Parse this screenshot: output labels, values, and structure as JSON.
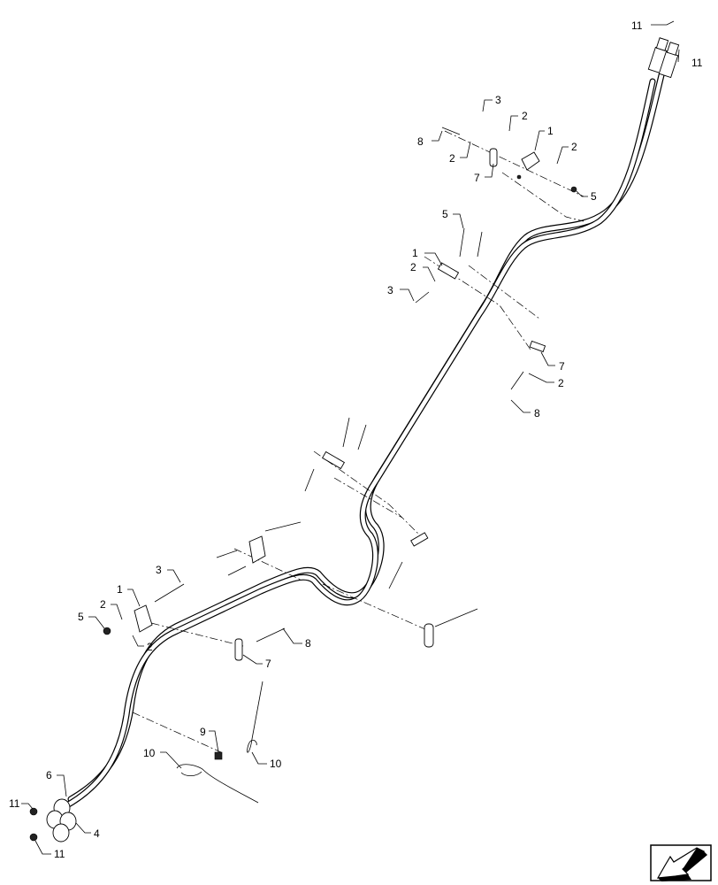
{
  "callouts": [
    {
      "id": "c-11-top",
      "label": "11"
    },
    {
      "id": "c-11-top-right",
      "label": "11"
    },
    {
      "id": "c-3-top",
      "label": "3"
    },
    {
      "id": "c-2-top-a",
      "label": "2"
    },
    {
      "id": "c-8-top",
      "label": "8"
    },
    {
      "id": "c-1-top",
      "label": "1"
    },
    {
      "id": "c-2-top-b",
      "label": "2"
    },
    {
      "id": "c-2-top-c",
      "label": "2"
    },
    {
      "id": "c-7-top",
      "label": "7"
    },
    {
      "id": "c-5-top",
      "label": "5"
    },
    {
      "id": "c-5-mid",
      "label": "5"
    },
    {
      "id": "c-1-mid",
      "label": "1"
    },
    {
      "id": "c-2-mid",
      "label": "2"
    },
    {
      "id": "c-3-mid",
      "label": "3"
    },
    {
      "id": "c-7-mid",
      "label": "7"
    },
    {
      "id": "c-2-mid-b",
      "label": "2"
    },
    {
      "id": "c-8-mid",
      "label": "8"
    },
    {
      "id": "c-3-low",
      "label": "3"
    },
    {
      "id": "c-1-low",
      "label": "1"
    },
    {
      "id": "c-2-low-a",
      "label": "2"
    },
    {
      "id": "c-5-low",
      "label": "5"
    },
    {
      "id": "c-2-low-b",
      "label": "2"
    },
    {
      "id": "c-8-low",
      "label": "8"
    },
    {
      "id": "c-7-low",
      "label": "7"
    },
    {
      "id": "c-9",
      "label": "9"
    },
    {
      "id": "c-10-left",
      "label": "10"
    },
    {
      "id": "c-10-right",
      "label": "10"
    },
    {
      "id": "c-6",
      "label": "6"
    },
    {
      "id": "c-11-bottom-a",
      "label": "11"
    },
    {
      "id": "c-4",
      "label": "4"
    },
    {
      "id": "c-11-bottom-b",
      "label": "11"
    }
  ],
  "icons": {
    "nav_arrow": "previous-page-arrow-icon"
  }
}
